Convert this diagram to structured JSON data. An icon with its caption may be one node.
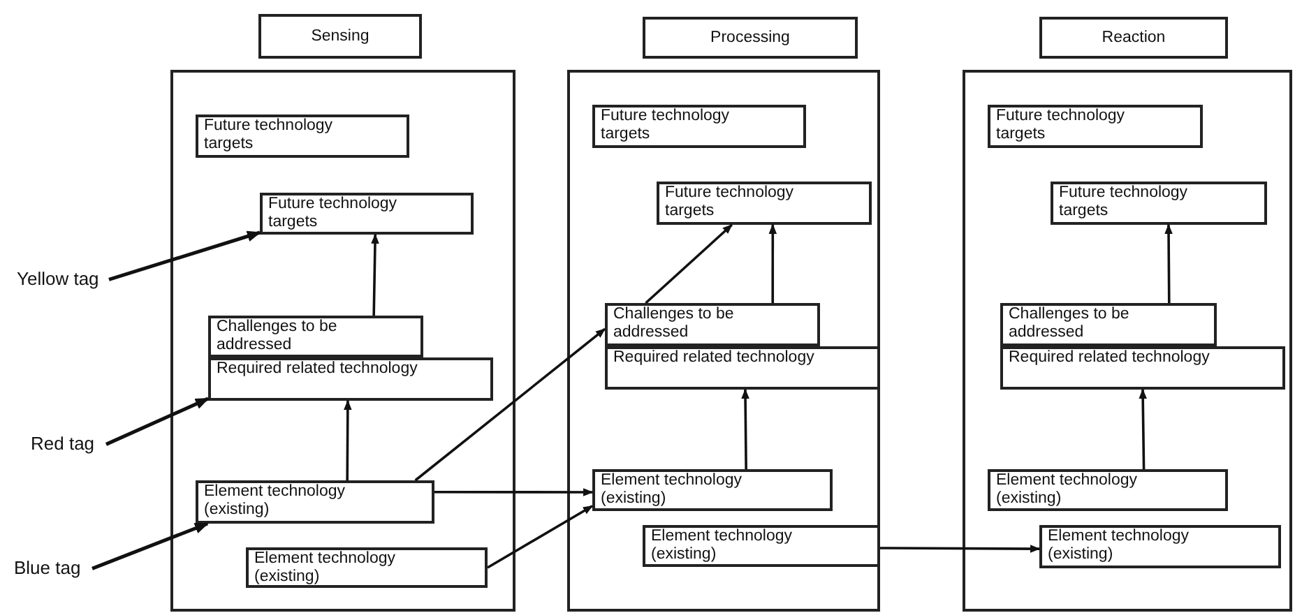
{
  "diagram": {
    "nodes": [
      {
        "text": [
          "Sensing"
        ]
      },
      {
        "text": [],
        "shape": "box"
      },
      {
        "text": [
          "Future technology targets"
        ],
        "in": 1
      },
      {
        "text": [
          "Future technology targets"
        ],
        "in": 1
      },
      {
        "text": [
          "Challenges to be addressed"
        ],
        "in": 1
      },
      {
        "text": [
          "Required related technology"
        ],
        "in": 1
      },
      {
        "text": [
          "Element technology (existing)"
        ],
        "in": 1
      },
      {
        "text": [
          "Element technology (existing)"
        ],
        "in": 1
      },
      {
        "text": [
          "Processing"
        ]
      },
      {
        "text": [],
        "shape": "box"
      },
      {
        "text": [
          "Future technology targets"
        ],
        "in": 9
      },
      {
        "text": [
          "Future technology targets"
        ],
        "in": 9
      },
      {
        "text": [
          "Challenges to be addressed"
        ],
        "in": 9
      },
      {
        "text": [
          "Required related technology"
        ],
        "in": 9
      },
      {
        "text": [
          "Element technology (existing)"
        ],
        "in": 9
      },
      {
        "text": [
          "Element technology (existing)"
        ],
        "in": 9
      },
      {
        "text": [
          "Reaction"
        ]
      },
      {
        "text": [],
        "shape": "box"
      },
      {
        "text": [
          "Future technology targets"
        ],
        "in": 17
      },
      {
        "text": [
          "Future technology targets"
        ],
        "in": 17
      },
      {
        "text": [
          "Challenges to be addressed"
        ],
        "in": 17
      },
      {
        "text": [
          "Required related technology"
        ],
        "in": 17
      },
      {
        "text": [
          "Element technology (existing)"
        ],
        "in": 17
      },
      {
        "text": [
          "Element technology (existing)"
        ],
        "in": 17
      },
      {
        "text": [
          "Yellow tag"
        ]
      },
      {
        "text": [
          "Red tag"
        ]
      },
      {
        "text": [
          "Blue tag"
        ]
      }
    ],
    "edges": [
      {
        "from": 4,
        "to": 3,
        "arrow": "to"
      },
      {
        "from": 6,
        "to": 5,
        "arrow": "to"
      },
      {
        "from": 6,
        "to": 12,
        "arrow": "to"
      },
      {
        "from": 6,
        "to": 14,
        "arrow": "to"
      },
      {
        "from": 7,
        "to": 14,
        "arrow": "to"
      },
      {
        "from": 12,
        "to": 11,
        "arrow": "to"
      },
      {
        "from": 12,
        "to": 11,
        "arrow": "to"
      },
      {
        "from": 14,
        "to": 13,
        "arrow": "to"
      },
      {
        "from": 15,
        "to": 23,
        "arrow": "to"
      },
      {
        "from": 20,
        "to": 19,
        "arrow": "to"
      },
      {
        "from": 22,
        "to": 21,
        "arrow": "to"
      },
      {
        "from": 24,
        "to": 3,
        "arrow": "to"
      },
      {
        "from": 25,
        "to": 5,
        "arrow": "to"
      },
      {
        "from": 26,
        "to": 6,
        "arrow": "to"
      }
    ]
  }
}
